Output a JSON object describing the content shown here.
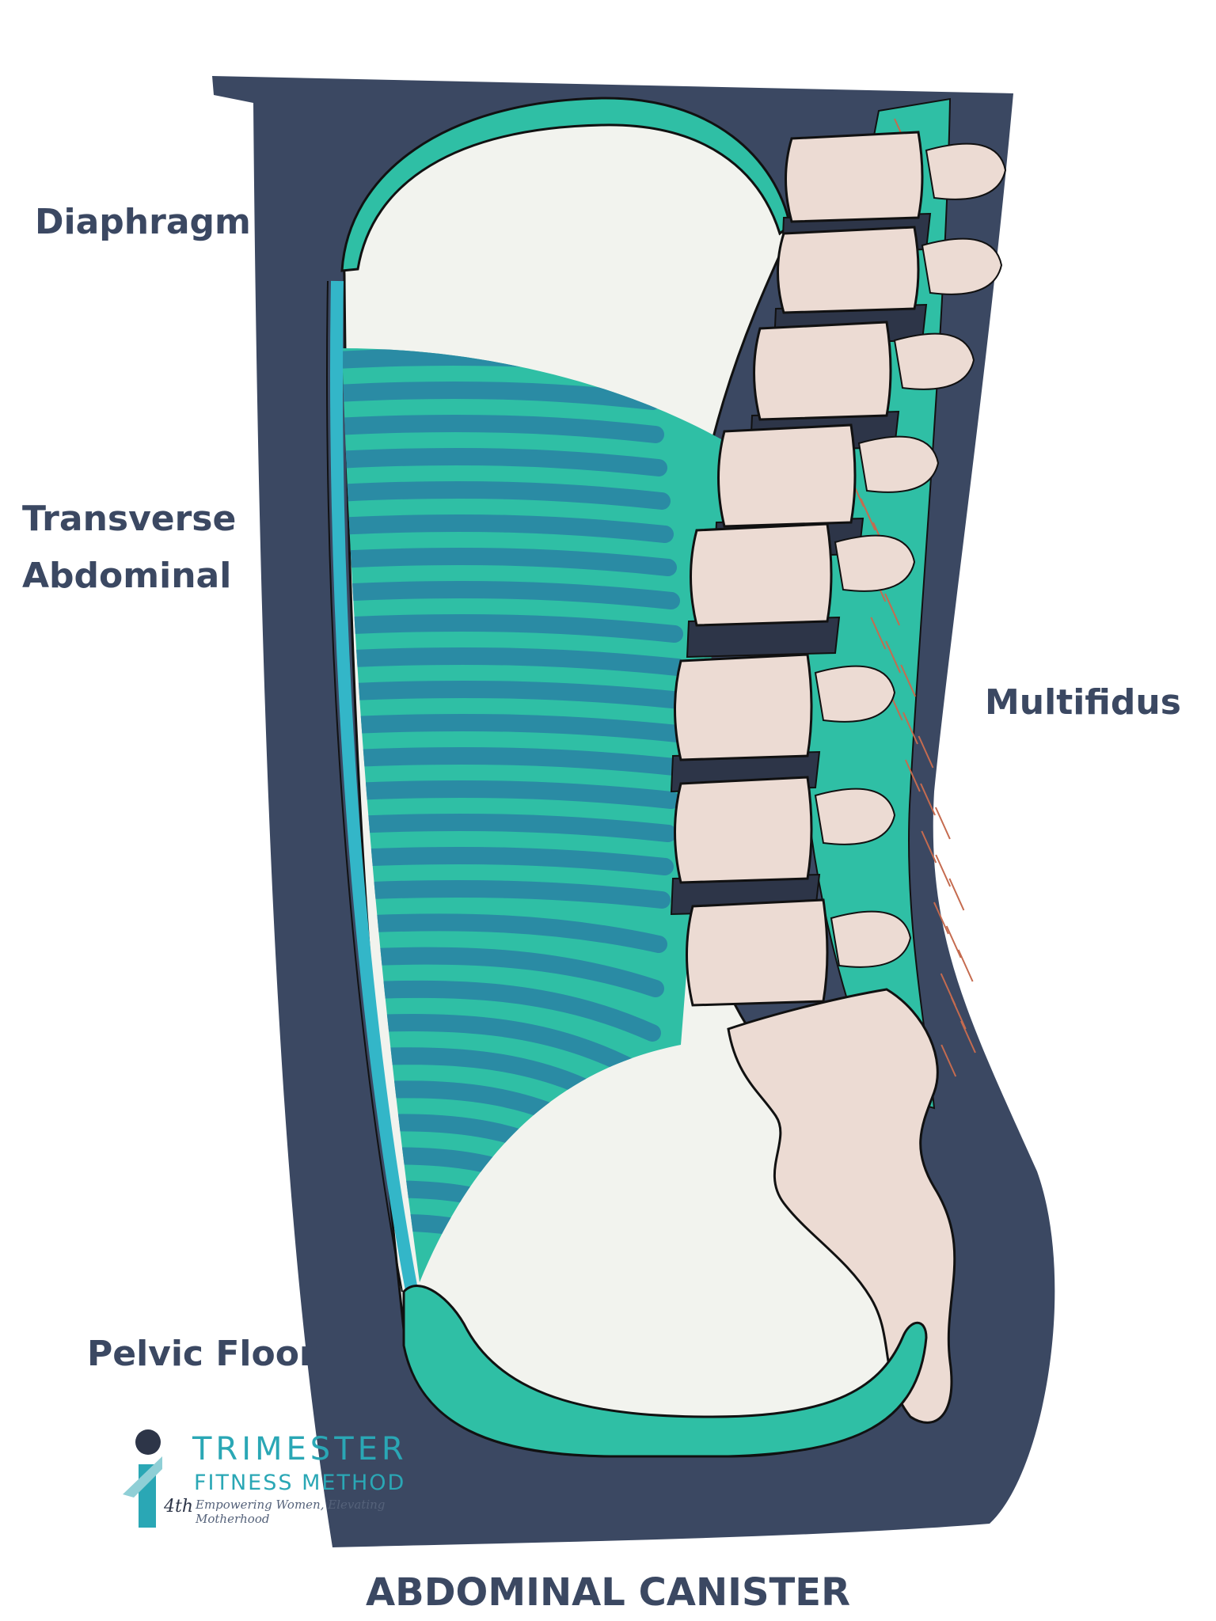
{
  "labels": {
    "diaphragm": "Diaphragm",
    "transverse_line1": "Transverse",
    "transverse_line2": "Abdominal",
    "multifidus": "Multifidus",
    "pelvic_floor": "Pelvic Floor"
  },
  "caption": "ABDOMINAL CANISTER",
  "logo": {
    "mark": "4th",
    "title": "TRIMESTER",
    "subtitle": "FITNESS METHOD",
    "tagline": "Empowering Women, Elevating Motherhood"
  },
  "colors": {
    "navy": "#3b4862",
    "teal": "#2fbfa5",
    "deep_teal": "#00b0b0",
    "stripe": "#2a8ba4",
    "bone": "#ecdbd3",
    "disc": "#2d3548",
    "cavity": "#f2f3ee"
  }
}
